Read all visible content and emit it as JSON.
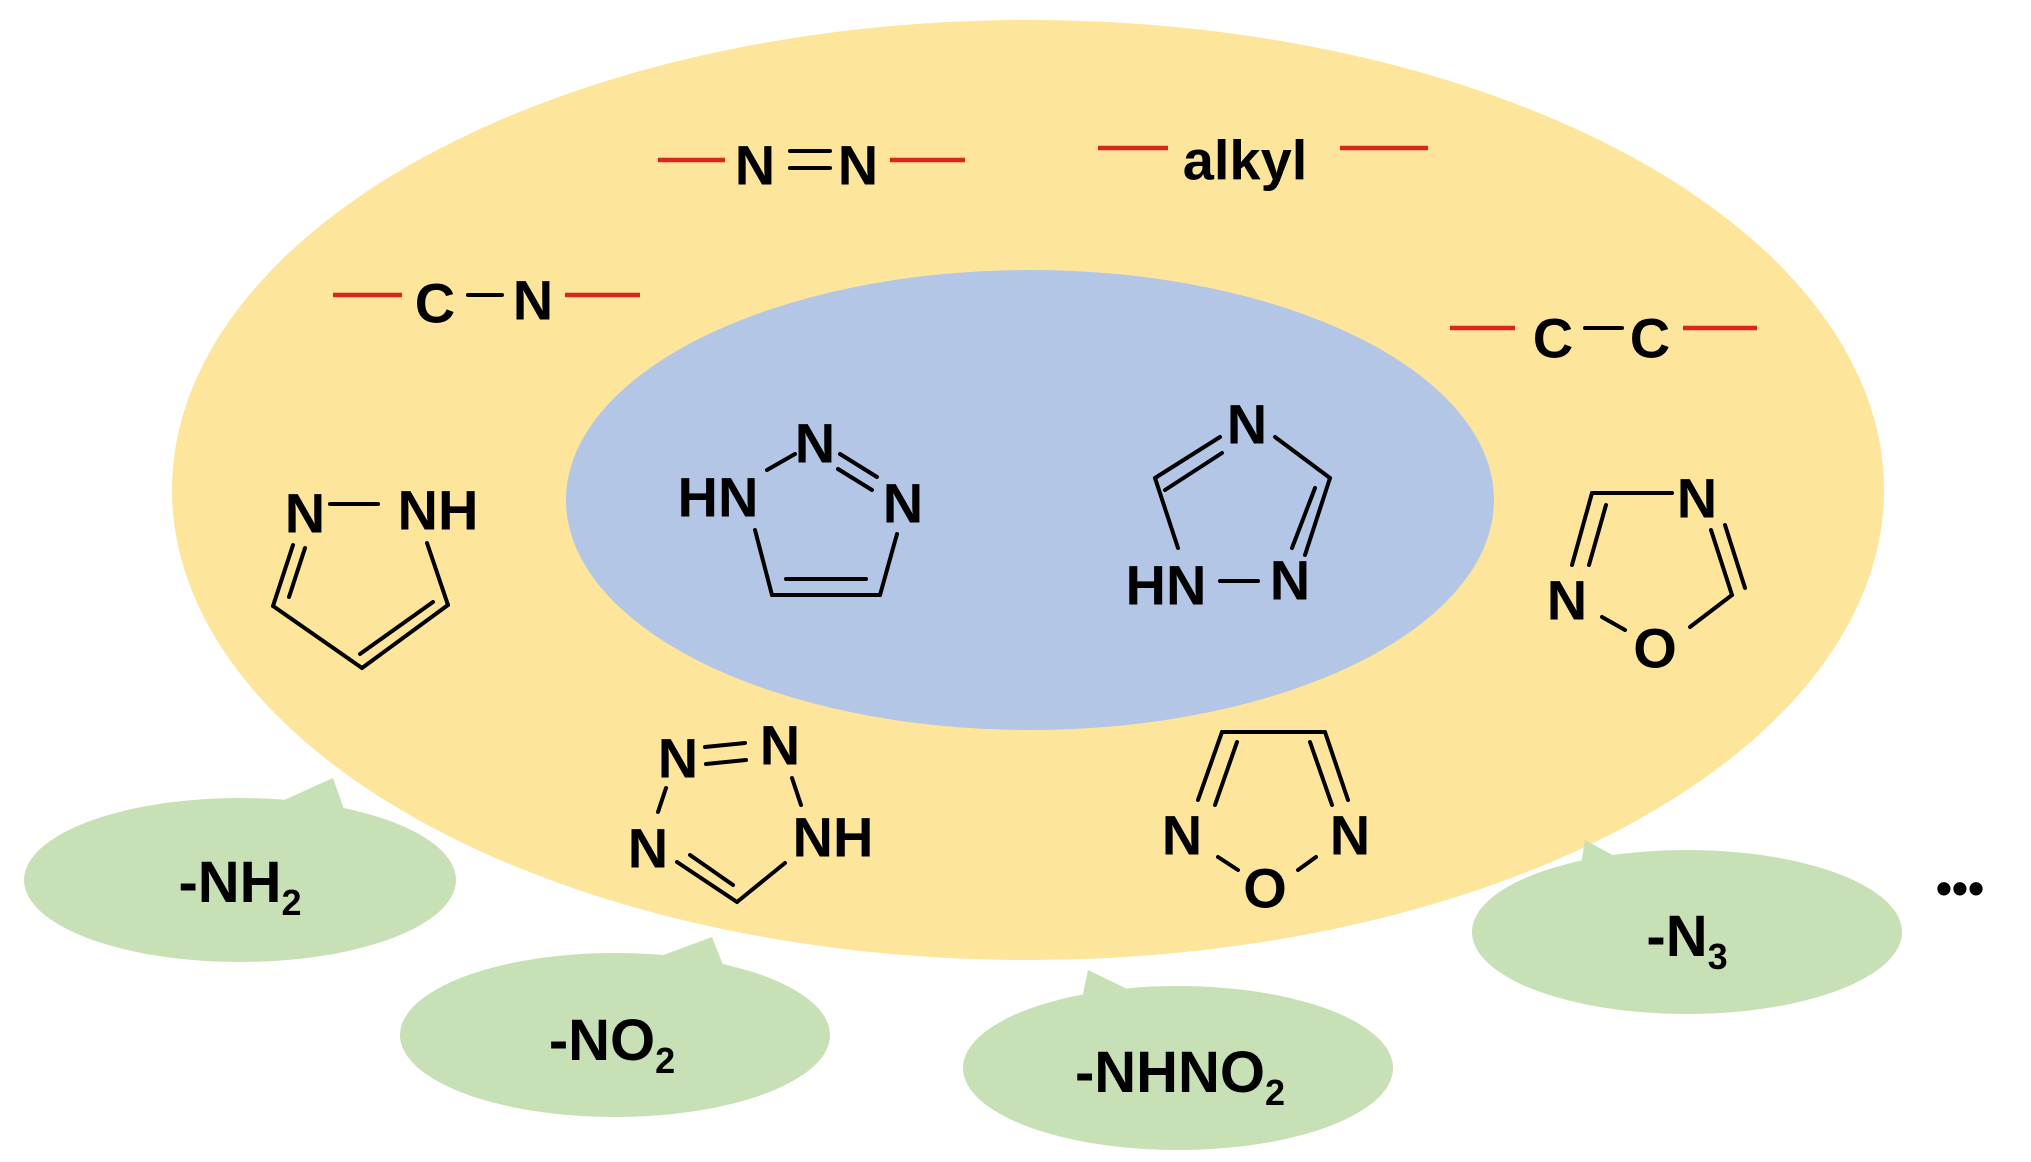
{
  "colors": {
    "outer_ellipse": "#fde59c",
    "inner_ellipse": "#b3c6e6",
    "bubble": "#c8e0b5",
    "linker_line": "#d9261c",
    "text": "#000000"
  },
  "linkers": {
    "azo": {
      "left_atom": "N",
      "right_atom": "N"
    },
    "alkyl": {
      "label": "alkyl"
    },
    "cn": {
      "left_atom": "C",
      "right_atom": "N"
    },
    "cc": {
      "left_atom": "C",
      "right_atom": "C"
    }
  },
  "rings": {
    "pyrazole": {
      "atoms": [
        "N",
        "NH"
      ]
    },
    "triazole_123": {
      "atoms": [
        "HN",
        "N",
        "N"
      ]
    },
    "triazole_124": {
      "atoms": [
        "N",
        "N",
        "HN"
      ]
    },
    "oxadiazole_124": {
      "atoms": [
        "N",
        "N",
        "O"
      ]
    },
    "tetrazole": {
      "atoms": [
        "N",
        "N",
        "N",
        "NH"
      ]
    },
    "furazan": {
      "atoms": [
        "N",
        "N",
        "O"
      ]
    }
  },
  "groups": [
    {
      "text": "-NH",
      "sub": "2"
    },
    {
      "text": "-NO",
      "sub": "2"
    },
    {
      "text": "-NHNO",
      "sub": "2"
    },
    {
      "text": "-N",
      "sub": "3"
    }
  ],
  "ellipsis": "•••"
}
